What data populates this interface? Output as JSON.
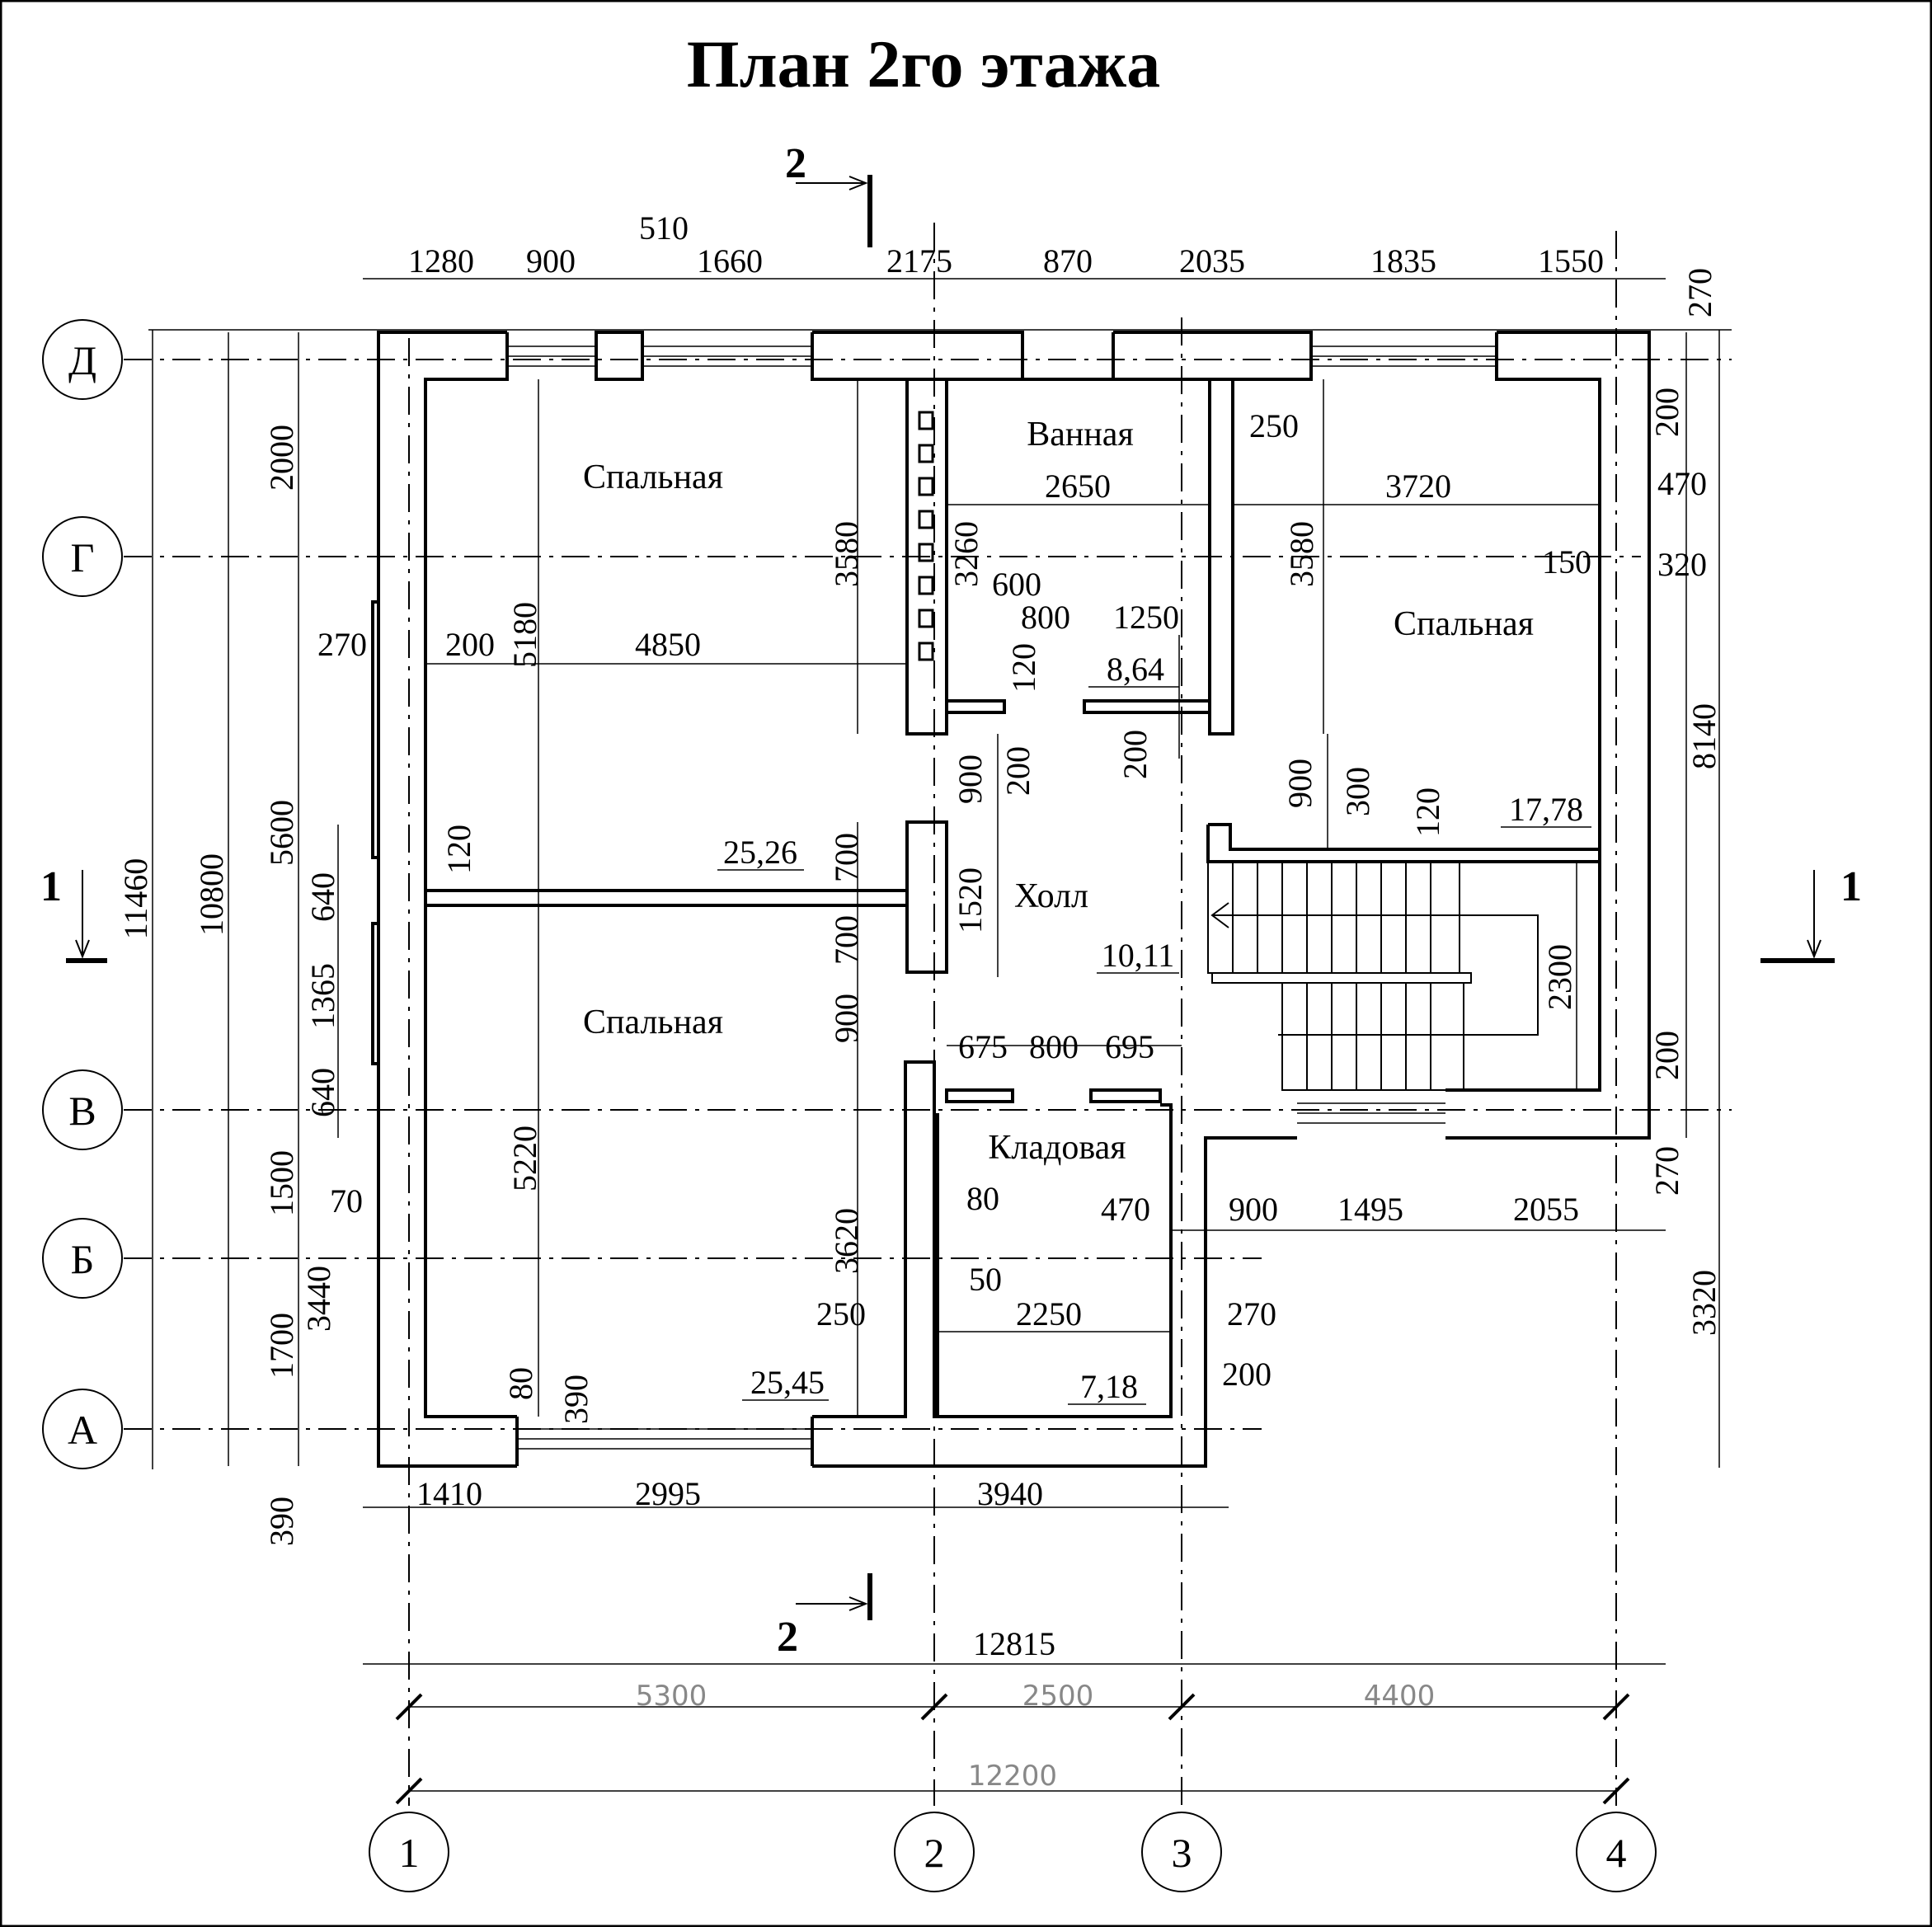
{
  "title": "План 2го этажа",
  "axes": {
    "letters": [
      "Д",
      "Г",
      "В",
      "Б",
      "А"
    ],
    "numbers": [
      "1",
      "2",
      "3",
      "4"
    ]
  },
  "section_marks": {
    "s1": "1",
    "s2": "2"
  },
  "rooms": {
    "bed_top_left": "Спальная",
    "bath": "Ванная",
    "bed_right": "Спальная",
    "hall": "Холл",
    "bed_bottom_left": "Спальная",
    "storage": "Кладовая"
  },
  "areas": {
    "bath": "8,64",
    "stair": "17,78",
    "bed_top_left": "25,26",
    "hall": "10,11",
    "bed_bottom_left": "25,45",
    "storage": "7,18"
  },
  "dims": {
    "top": [
      "1280",
      "900",
      "510",
      "1660",
      "2175",
      "870",
      "2035",
      "1835",
      "1550",
      "270"
    ],
    "right": [
      "200",
      "470",
      "320",
      "8140",
      "200",
      "270",
      "3320"
    ],
    "left": [
      "11460",
      "10800",
      "2000",
      "5600",
      "1500",
      "1700",
      "390",
      "5180",
      "5220",
      "3440",
      "640",
      "1365",
      "640",
      "70",
      "270",
      "200"
    ],
    "inner": [
      "4850",
      "3580",
      "3260",
      "2650",
      "250",
      "3720",
      "3580",
      "150",
      "600",
      "800",
      "1250",
      "120",
      "200",
      "900",
      "200",
      "900",
      "300",
      "120",
      "120",
      "700",
      "1520",
      "700",
      "2300",
      "900",
      "675",
      "800",
      "695",
      "80",
      "470",
      "900",
      "1495",
      "2055",
      "3620",
      "50",
      "250",
      "2250",
      "270",
      "200",
      "80",
      "390"
    ],
    "bottom": [
      "1410",
      "2995",
      "3940",
      "12815"
    ],
    "axis_gray": [
      "5300",
      "2500",
      "4400",
      "12200"
    ]
  }
}
